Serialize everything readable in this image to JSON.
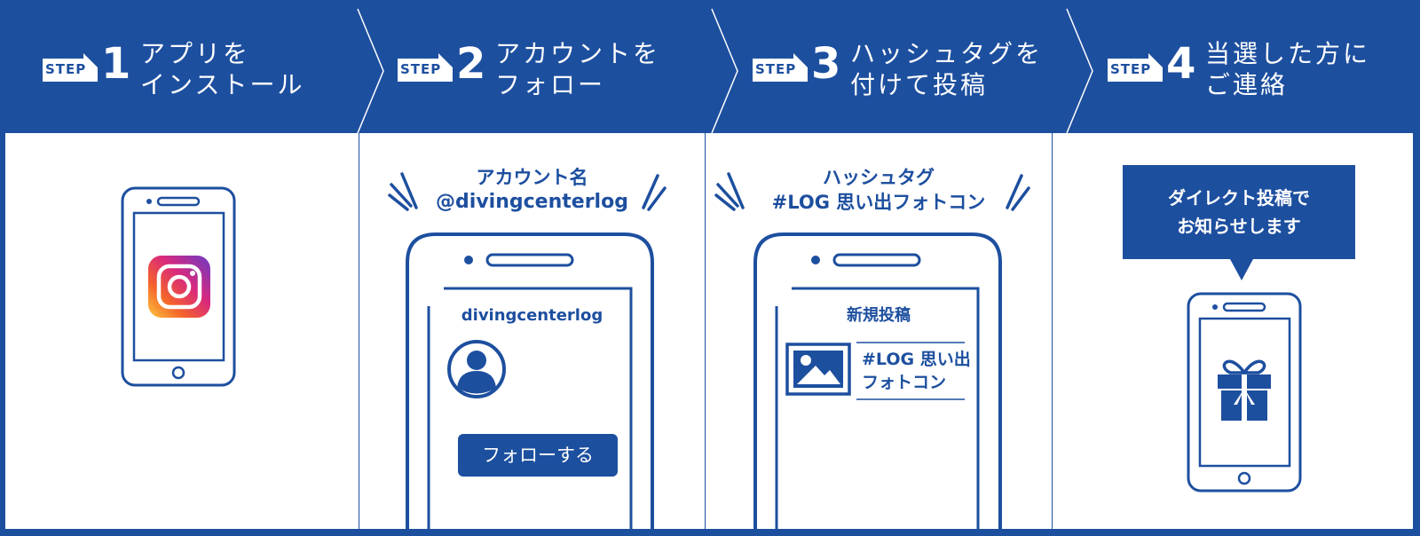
{
  "step_tag_label": "STEP",
  "steps": [
    {
      "number": "1",
      "title_line1": "アプリを",
      "title_line2": "インストール"
    },
    {
      "number": "2",
      "title_line1": "アカウントを",
      "title_line2": "フォロー",
      "account_label": "アカウント名",
      "account_handle": "@divingcenterlog",
      "profile_name": "divingcenterlog",
      "follow_button": "フォローする"
    },
    {
      "number": "3",
      "title_line1": "ハッシュタグを",
      "title_line2": "付けて投稿",
      "hashtag_label": "ハッシュタグ",
      "hashtag_value": "#LOG 思い出フォトコン",
      "post_title": "新規投稿",
      "post_caption_line1": "#LOG 思い出",
      "post_caption_line2": "フォトコン"
    },
    {
      "number": "4",
      "title_line1": "当選した方に",
      "title_line2": "ご連絡",
      "bubble_line1": "ダイレクト投稿で",
      "bubble_line2": "お知らせします"
    }
  ],
  "colors": {
    "brand_blue": "#1d4f9f",
    "white": "#ffffff"
  },
  "icons": [
    "instagram-icon",
    "user-avatar-icon",
    "image-icon",
    "gift-icon",
    "smartphone-icon"
  ]
}
